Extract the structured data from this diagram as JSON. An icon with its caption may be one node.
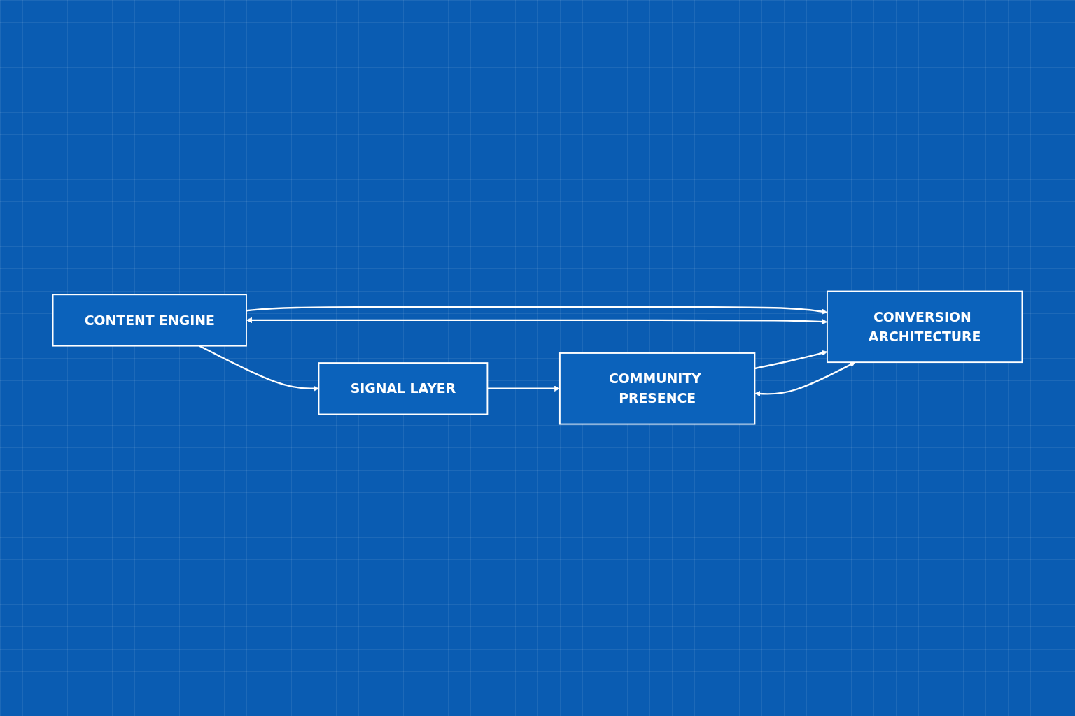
{
  "diagram": {
    "nodes": [
      {
        "text": [
          "CONTENT ENGINE"
        ]
      },
      {
        "text": [
          "SIGNAL LAYER"
        ]
      },
      {
        "text": [
          "COMMUNITY PRESENCE"
        ]
      },
      {
        "text": [
          "CONVERSION ARCHITECTURE"
        ]
      }
    ],
    "edges": [
      {
        "from": 0,
        "to": 1,
        "arrow": "to"
      },
      {
        "from": 1,
        "to": 2,
        "arrow": "to"
      },
      {
        "from": 0,
        "to": 3,
        "arrow": "to"
      },
      {
        "from": 0,
        "to": 3,
        "arrow": "both"
      },
      {
        "from": 2,
        "to": 3,
        "arrow": "to"
      },
      {
        "from": 2,
        "to": 3,
        "arrow": "both"
      }
    ]
  }
}
